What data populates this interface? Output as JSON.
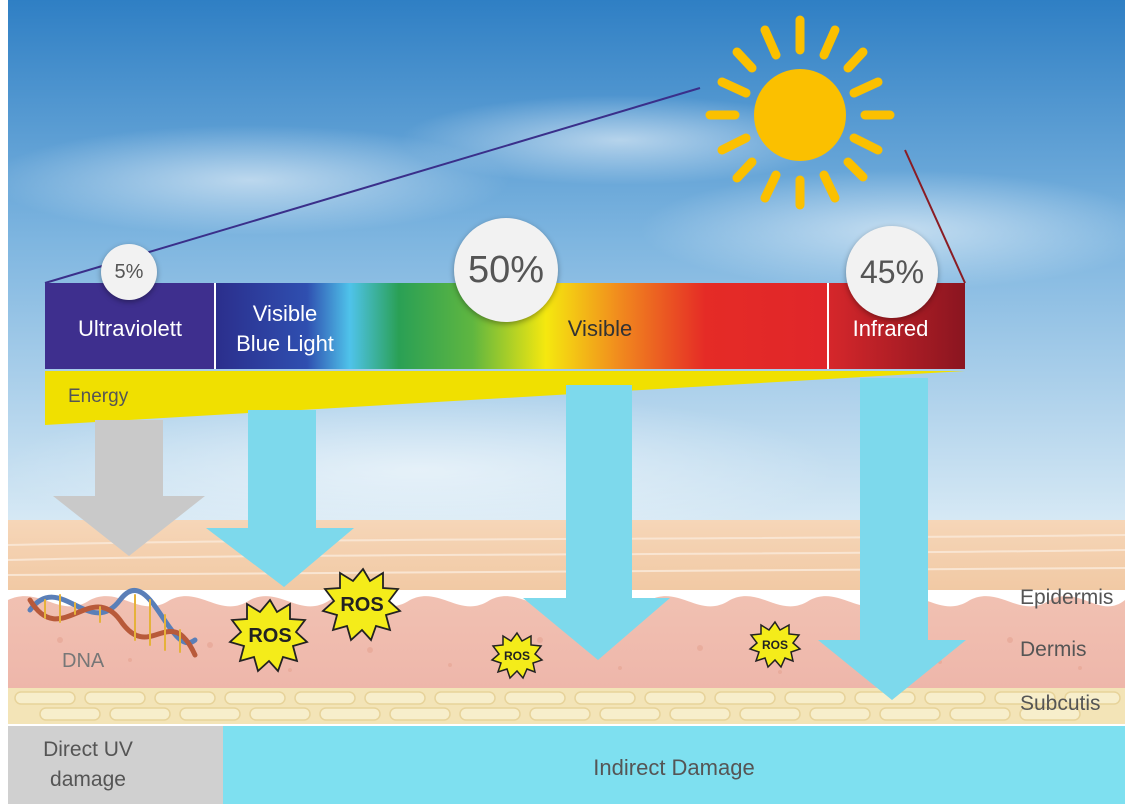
{
  "spectrum": {
    "uv_label": "Ultraviolett",
    "blue_label_line1": "Visible",
    "blue_label_line2": "Blue Light",
    "visible_label": "Visible",
    "infrared_label": "Infrared"
  },
  "percentages": {
    "uv": "5%",
    "visible": "50%",
    "infrared": "45%"
  },
  "energy_label": "Energy",
  "skin_layers": {
    "epidermis": "Epidermis",
    "dermis": "Dermis",
    "subcutis": "Subcutis"
  },
  "dna_label": "DNA",
  "ros_label": "ROS",
  "damage": {
    "direct_line1": "Direct UV",
    "direct_line2": "damage",
    "indirect": "Indirect Damage"
  },
  "colors": {
    "uv": "#3e2f8e",
    "arrow_cyan": "#7dd9ec",
    "arrow_gray": "#c9c9c9",
    "energy_yellow": "#f0e000",
    "sun": "#fbc000",
    "indirect_bar": "#7ee0f0",
    "direct_bar": "#d0d0d0"
  }
}
